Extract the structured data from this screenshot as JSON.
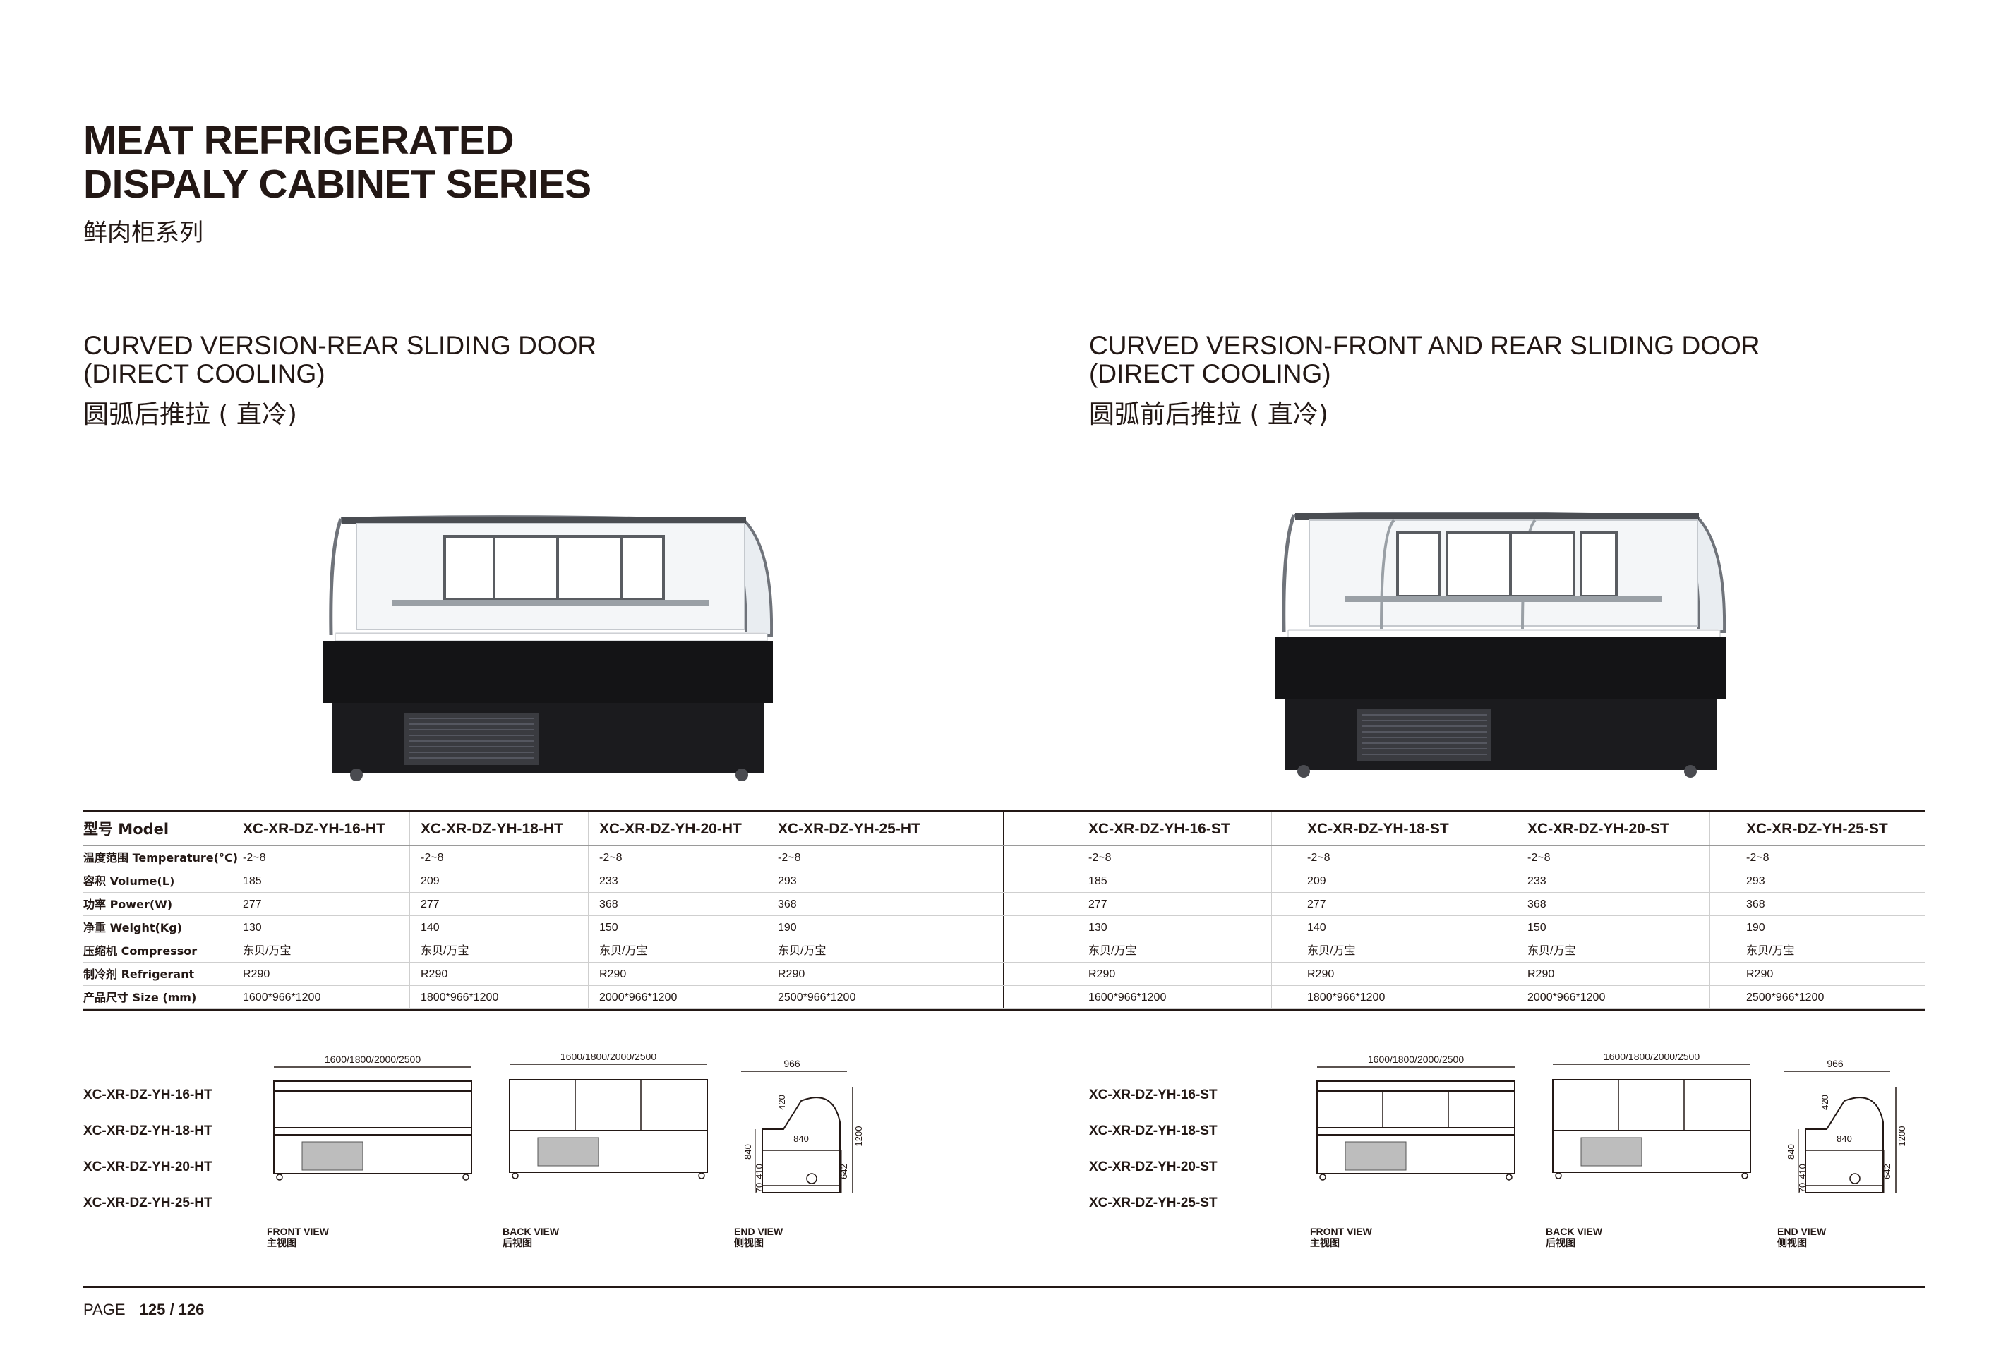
{
  "header": {
    "title_line1": "MEAT REFRIGERATED",
    "title_line2": "DISPALY CABINET SERIES",
    "subtitle_cn": "鲜肉柜系列"
  },
  "sections": {
    "left": {
      "title_line1": "CURVED VERSION-REAR SLIDING DOOR",
      "title_line2": "(DIRECT COOLING)",
      "title_cn": "圆弧后推拉 ( 直冷)"
    },
    "right": {
      "title_line1": "CURVED VERSION-FRONT AND REAR SLIDING DOOR",
      "title_line2": "(DIRECT COOLING)",
      "title_cn": "圆弧前后推拉 ( 直冷)"
    }
  },
  "spec_table": {
    "row_labels": [
      "型号 Model",
      "温度范围 Temperature(°C)",
      "容积 Volume(L)",
      "功率 Power(W)",
      "净重 Weight(Kg)",
      "压缩机 Compressor",
      "制冷剂 Refrigerant",
      "产品尺寸 Size (mm)"
    ],
    "left_models": [
      {
        "model": "XC-XR-DZ-YH-16-HT",
        "temp": "-2~8",
        "volume": "185",
        "power": "277",
        "weight": "130",
        "compressor": "东贝/万宝",
        "refrigerant": "R290",
        "size": "1600*966*1200"
      },
      {
        "model": "XC-XR-DZ-YH-18-HT",
        "temp": "-2~8",
        "volume": "209",
        "power": "277",
        "weight": "140",
        "compressor": "东贝/万宝",
        "refrigerant": "R290",
        "size": "1800*966*1200"
      },
      {
        "model": "XC-XR-DZ-YH-20-HT",
        "temp": "-2~8",
        "volume": "233",
        "power": "368",
        "weight": "150",
        "compressor": "东贝/万宝",
        "refrigerant": "R290",
        "size": "2000*966*1200"
      },
      {
        "model": "XC-XR-DZ-YH-25-HT",
        "temp": "-2~8",
        "volume": "293",
        "power": "368",
        "weight": "190",
        "compressor": "东贝/万宝",
        "refrigerant": "R290",
        "size": "2500*966*1200"
      }
    ],
    "right_models": [
      {
        "model": "XC-XR-DZ-YH-16-ST",
        "temp": "-2~8",
        "volume": "185",
        "power": "277",
        "weight": "130",
        "compressor": "东贝/万宝",
        "refrigerant": "R290",
        "size": "1600*966*1200"
      },
      {
        "model": "XC-XR-DZ-YH-18-ST",
        "temp": "-2~8",
        "volume": "209",
        "power": "277",
        "weight": "140",
        "compressor": "东贝/万宝",
        "refrigerant": "R290",
        "size": "1800*966*1200"
      },
      {
        "model": "XC-XR-DZ-YH-20-ST",
        "temp": "-2~8",
        "volume": "233",
        "power": "368",
        "weight": "150",
        "compressor": "东贝/万宝",
        "refrigerant": "R290",
        "size": "2000*966*1200"
      },
      {
        "model": "XC-XR-DZ-YH-25-ST",
        "temp": "-2~8",
        "volume": "293",
        "power": "368",
        "weight": "190",
        "compressor": "东贝/万宝",
        "refrigerant": "R290",
        "size": "2500*966*1200"
      }
    ]
  },
  "drawings": {
    "left_models": [
      "XC-XR-DZ-YH-16-HT",
      "XC-XR-DZ-YH-18-HT",
      "XC-XR-DZ-YH-20-HT",
      "XC-XR-DZ-YH-25-HT"
    ],
    "right_models": [
      "XC-XR-DZ-YH-16-ST",
      "XC-XR-DZ-YH-18-ST",
      "XC-XR-DZ-YH-20-ST",
      "XC-XR-DZ-YH-25-ST"
    ],
    "length_dims": "1600/1800/2000/2500",
    "depth_dim": "966",
    "dim_420": "420",
    "dim_840": "840",
    "dim_840b": "840",
    "dim_410": "410",
    "dim_70": "70",
    "dim_642": "642",
    "dim_1200": "1200",
    "front_view": "FRONT VIEW",
    "front_view_cn": "主视图",
    "back_view": "BACK VIEW",
    "back_view_cn": "后视图",
    "end_view": "END VIEW",
    "end_view_cn": "侧视图"
  },
  "footer": {
    "label": "PAGE",
    "number": "125 / 126"
  }
}
